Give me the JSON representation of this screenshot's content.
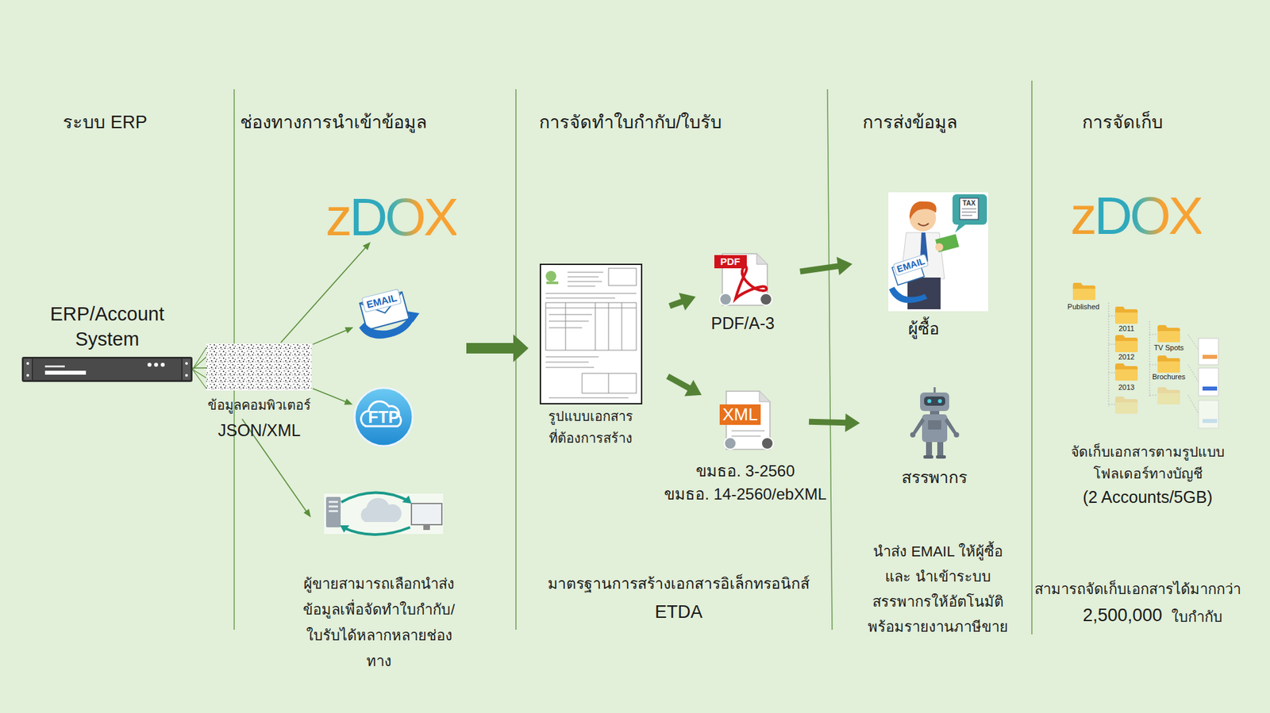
{
  "diagram": {
    "nodes": [
      {
        "text": [
          "ERP/Account System"
        ]
      },
      {
        "text": [
          "ข้อมูลคอมพิวเตอร์",
          "JSON/XML"
        ]
      },
      {
        "text": [
          "zDOX"
        ]
      },
      {
        "text": [
          "EMAIL"
        ]
      },
      {
        "text": [
          "FTP"
        ]
      },
      {
        "text": [
          "รูปแบบเอกสาร ที่ต้องการสร้าง"
        ]
      },
      {
        "text": [
          "PDF",
          "PDF/A-3"
        ]
      },
      {
        "text": [
          "XML",
          "ขมธอ. 3-2560",
          "ขมธอ. 14-2560/ebXML"
        ]
      },
      {
        "text": [
          "TAX",
          "EMAIL",
          "ผู้ซื้อ"
        ]
      },
      {
        "text": [
          "สรรพากร"
        ]
      },
      {
        "text": [
          "zDOX"
        ]
      },
      {
        "text": [
          "Published",
          "2011",
          "2012",
          "2013",
          "TV Spots",
          "Brochures",
          "จัดเก็บเอกสารตามรูปแบบ โฟลเดอร์ทางบัญชี",
          "(2 Accounts/5GB)"
        ]
      }
    ],
    "edges": [
      {
        "from": 0,
        "to": 1,
        "arrow": "none"
      },
      {
        "from": 1,
        "to": 2,
        "arrow": "to"
      },
      {
        "from": 1,
        "to": 3,
        "arrow": "to"
      },
      {
        "from": 1,
        "to": 4,
        "arrow": "to"
      },
      {
        "from": 5,
        "to": 6,
        "arrow": "to"
      },
      {
        "from": 5,
        "to": 7,
        "arrow": "to"
      },
      {
        "from": 6,
        "to": 8,
        "arrow": "to"
      },
      {
        "from": 7,
        "to": 9,
        "arrow": "to"
      }
    ],
    "labels": [
      "ระบบ ERP",
      "ช่องทางการนำเข้าข้อมูล",
      "การจัดทำใบกำกับ/ใบรับ",
      "การส่งข้อมูล",
      "การจัดเก็บ",
      "ผู้ขายสามารถเลือกนำส่งข้อมูลเพื่อจัดทำใบกำกับ/ใบรับได้หลากหลายช่องทาง",
      "มาตรฐานการสร้างเอกสารอิเล็กทรอนิกส์",
      "ETDA",
      "นำส่ง EMAIL ให้ผู้ซื้อ และ นำเข้าระบบสรรพากรให้อัตโนมัติ พร้อมรายงานภาษีขาย",
      "สามารถจัดเก็บเอกสารได้มากกว่า",
      "2,500,000",
      "ใบกำกับ"
    ]
  }
}
